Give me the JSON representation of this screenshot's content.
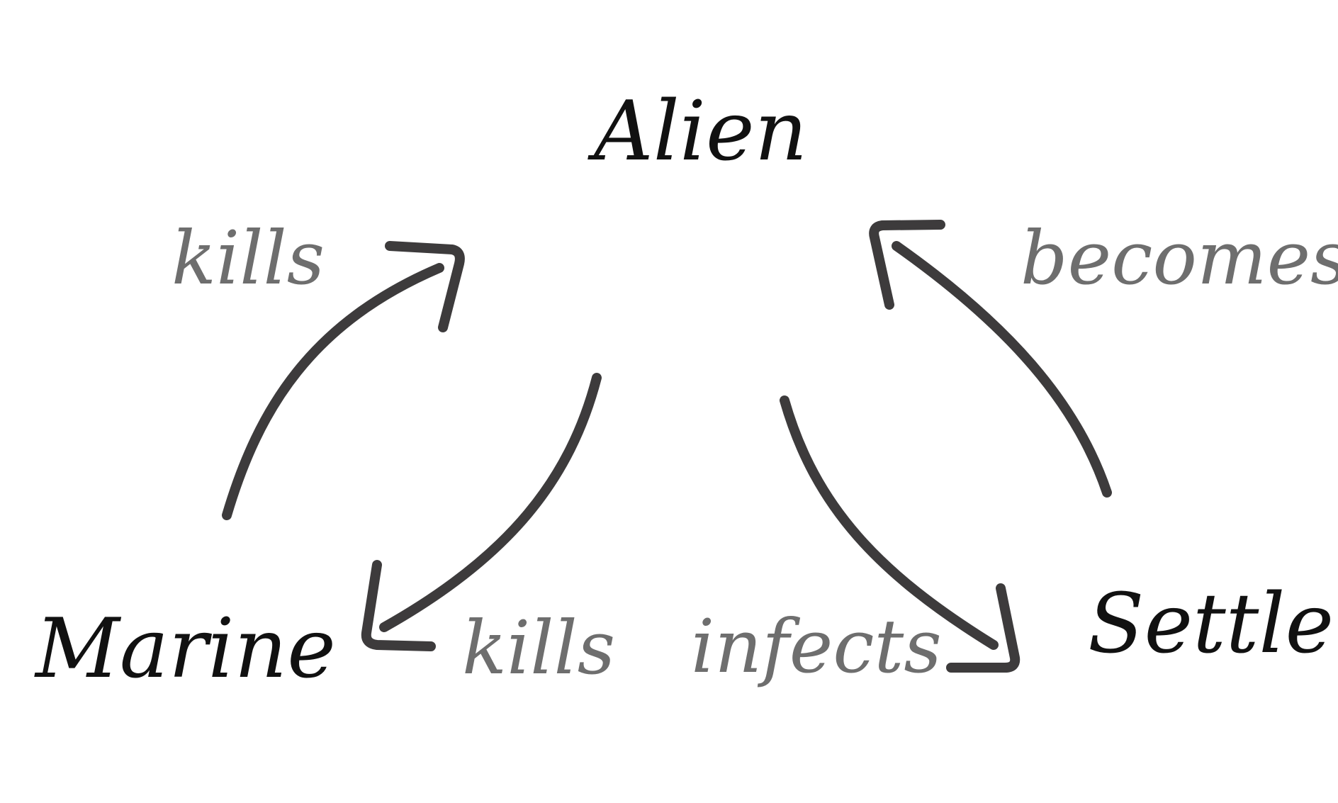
{
  "nodes": {
    "alien": "Alien",
    "marine": "Marine",
    "settler": "Settler"
  },
  "edges": {
    "marine_to_alien": "kills",
    "alien_to_marine": "kills",
    "alien_to_settler": "infects",
    "settler_to_alien": "becomes"
  },
  "colors": {
    "node_text": "#111111",
    "edge_text": "#6e6e6e",
    "arrow": "#3d3b3c",
    "background": "#ffffff"
  }
}
